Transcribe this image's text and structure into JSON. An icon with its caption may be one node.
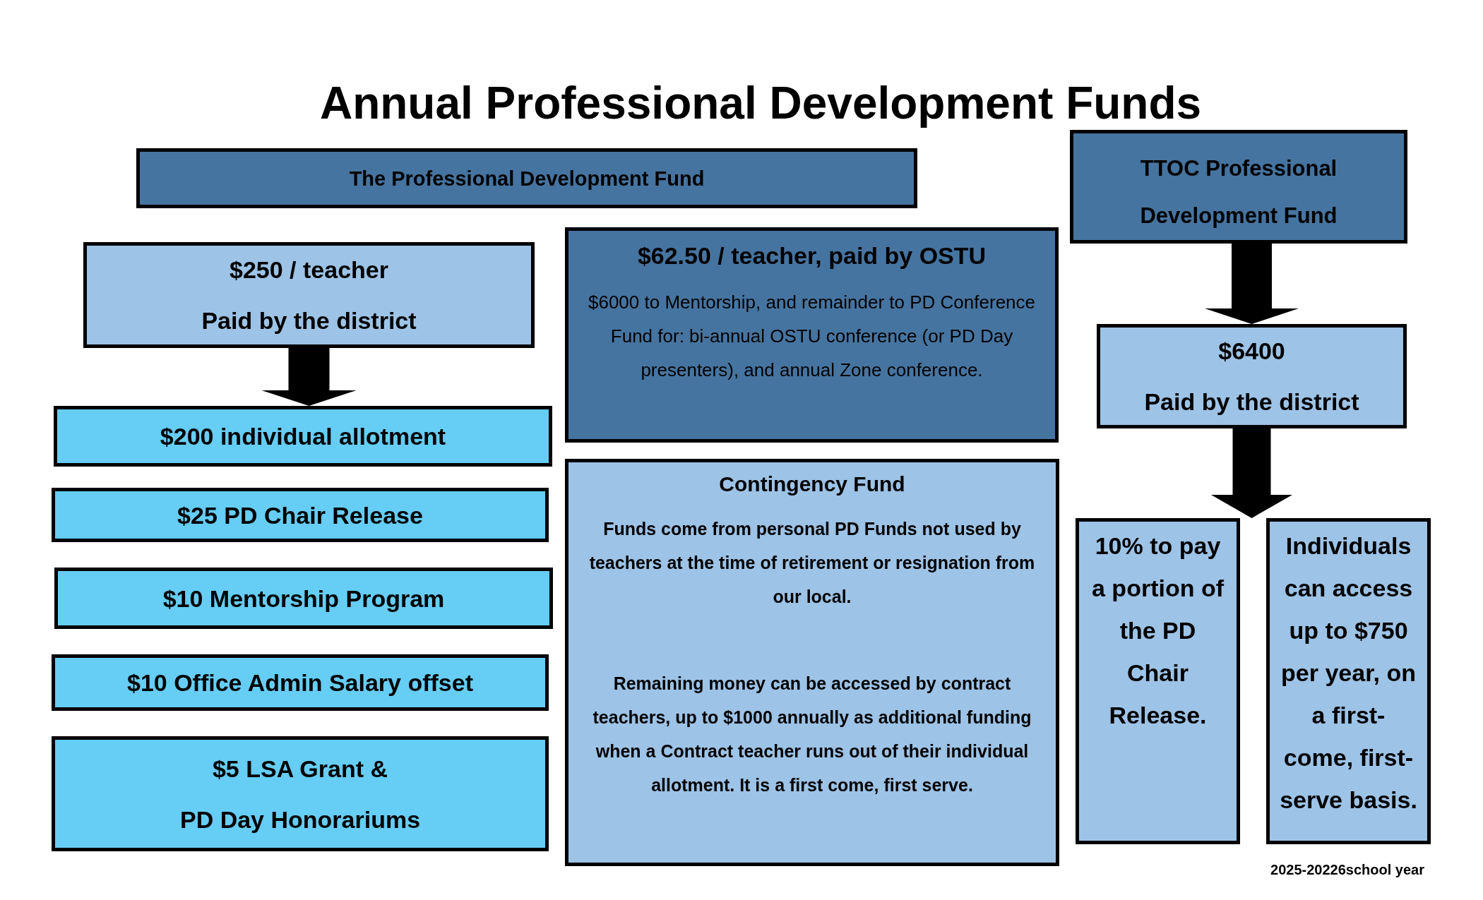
{
  "diagram": {
    "title": "Annual Professional Development Funds",
    "nodes": [
      {
        "text": [
          "The Professional Development Fund"
        ]
      },
      {
        "text": [
          "$250 / teacher",
          "Paid by the district"
        ]
      },
      {
        "text": [
          "$200 individual allotment"
        ]
      },
      {
        "text": [
          "$25 PD Chair Release"
        ]
      },
      {
        "text": [
          "$10 Mentorship Program"
        ]
      },
      {
        "text": [
          "$10 Office Admin Salary offset"
        ]
      },
      {
        "text": [
          "$5 LSA Grant &",
          "PD Day Honorariums"
        ]
      },
      {
        "text": [
          "$62.50 / teacher, paid by OSTU",
          "$6000 to Mentorship, and remainder to PD Conference Fund for: bi-annual OSTU conference (or PD Day presenters), and annual Zone conference."
        ]
      },
      {
        "text": [
          "Contingency Fund",
          "Funds come from personal PD Funds not used by teachers at the time of retirement or resignation from our local.",
          "Remaining money can be accessed by contract teachers, up to $1000 annually as additional funding when a Contract teacher runs out of their individual allotment. It is a first come, first serve."
        ]
      },
      {
        "text": [
          "TTOC Professional Development Fund"
        ]
      },
      {
        "text": [
          "$6400",
          "Paid by the district"
        ]
      },
      {
        "text": [
          "10% to pay a portion of the PD Chair Release."
        ]
      },
      {
        "text": [
          "Individuals can access up to $750 per year, on a first-come, first-serve basis."
        ]
      }
    ],
    "edges": [
      {
        "from": 1,
        "to": 2,
        "arrow": "to"
      },
      {
        "from": 9,
        "to": 10,
        "arrow": "to"
      },
      {
        "from": 10,
        "to": 11,
        "arrow": "to"
      },
      {
        "from": 10,
        "to": 12,
        "arrow": "to"
      }
    ],
    "labels": [
      "2025-20226school year"
    ]
  }
}
